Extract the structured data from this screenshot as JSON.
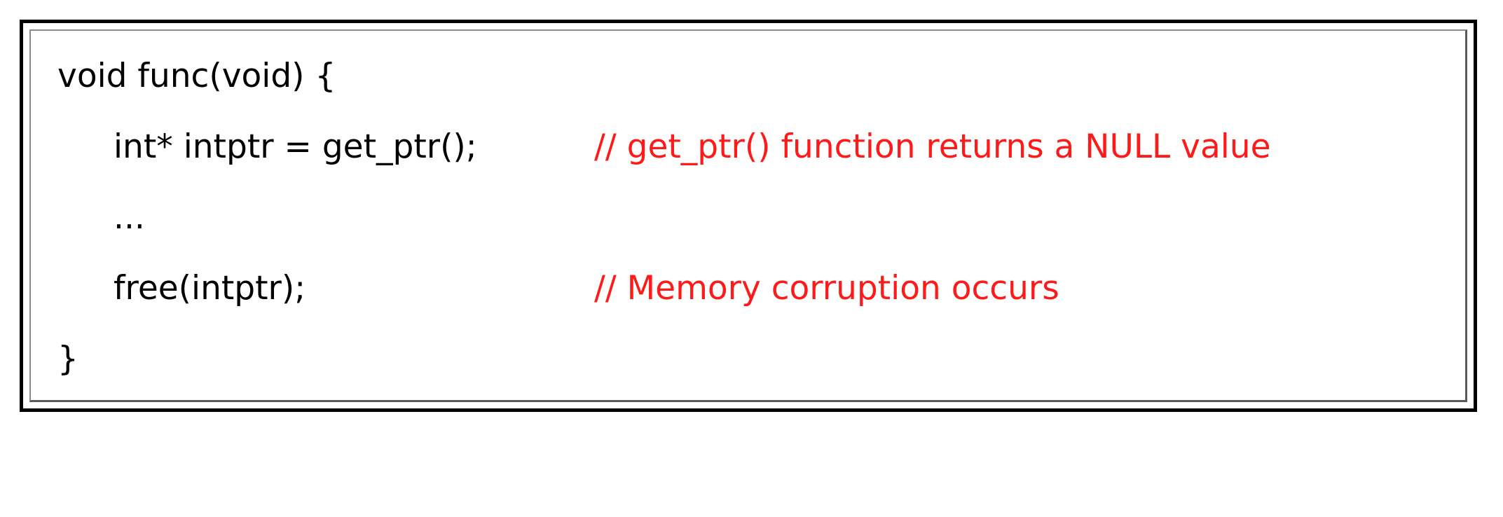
{
  "code_block": {
    "lines": [
      {
        "code": "void func(void) {",
        "comment": ""
      },
      {
        "code": "int* intptr = get_ptr();",
        "comment": "// get_ptr() function returns a NULL value"
      },
      {
        "code": "...",
        "comment": ""
      },
      {
        "code": "free(intptr);",
        "comment": "// Memory corruption occurs"
      },
      {
        "code": "}",
        "comment": ""
      }
    ],
    "colors": {
      "code_text": "#000000",
      "comment_text": "#ff1a1a",
      "border": "#000000"
    }
  }
}
